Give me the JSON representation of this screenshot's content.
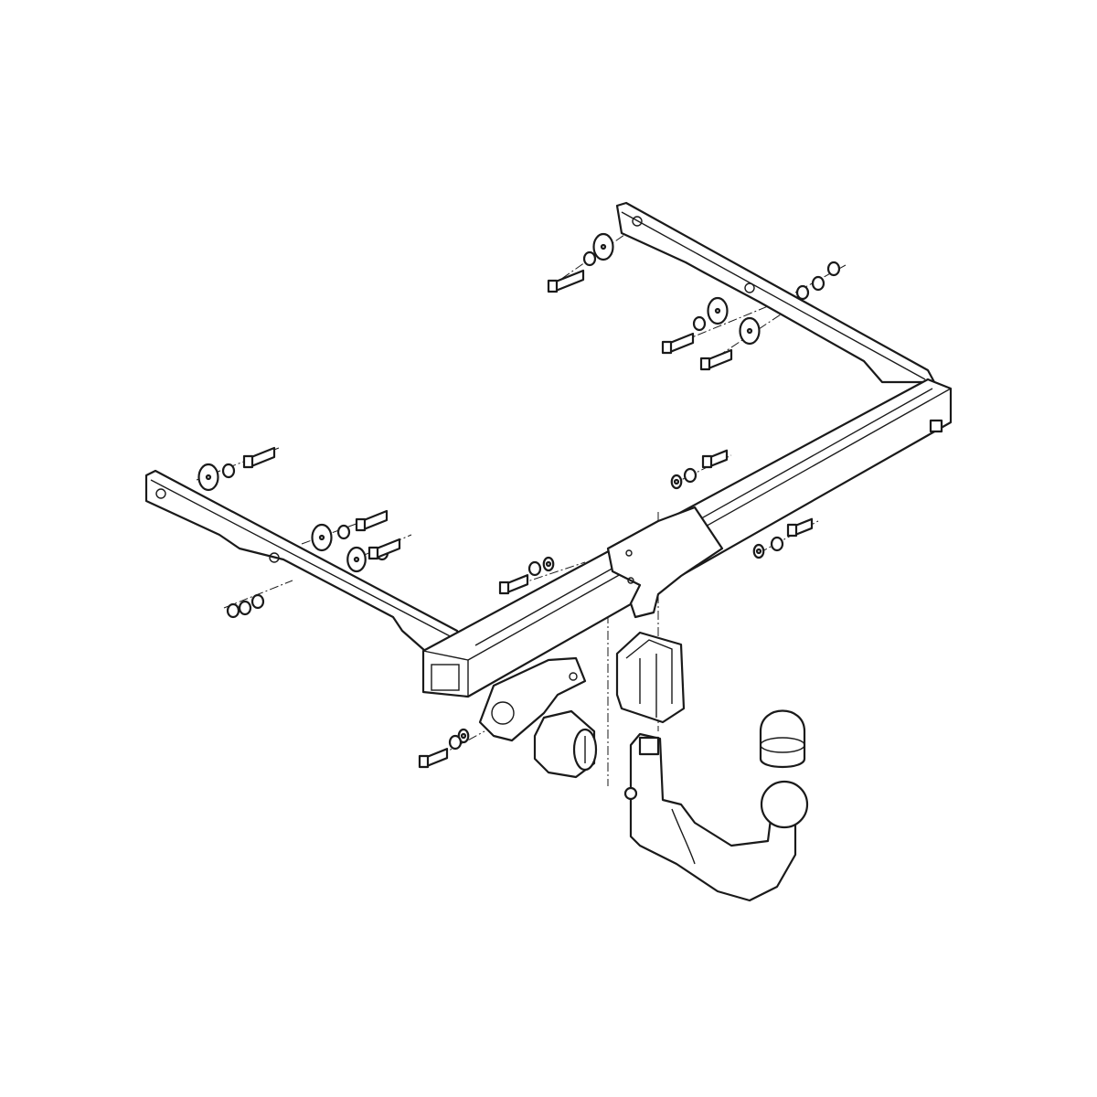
{
  "colors": {
    "background": "#ffffff",
    "line": "#1a1a1a"
  },
  "icons": [
    "tow-bar-crossbar",
    "side-bracket-left",
    "side-bracket-right",
    "bolt",
    "washer",
    "nut",
    "socket-plate",
    "electrical-socket",
    "ball-mount-receiver",
    "tow-ball-neck",
    "ball-cover"
  ]
}
